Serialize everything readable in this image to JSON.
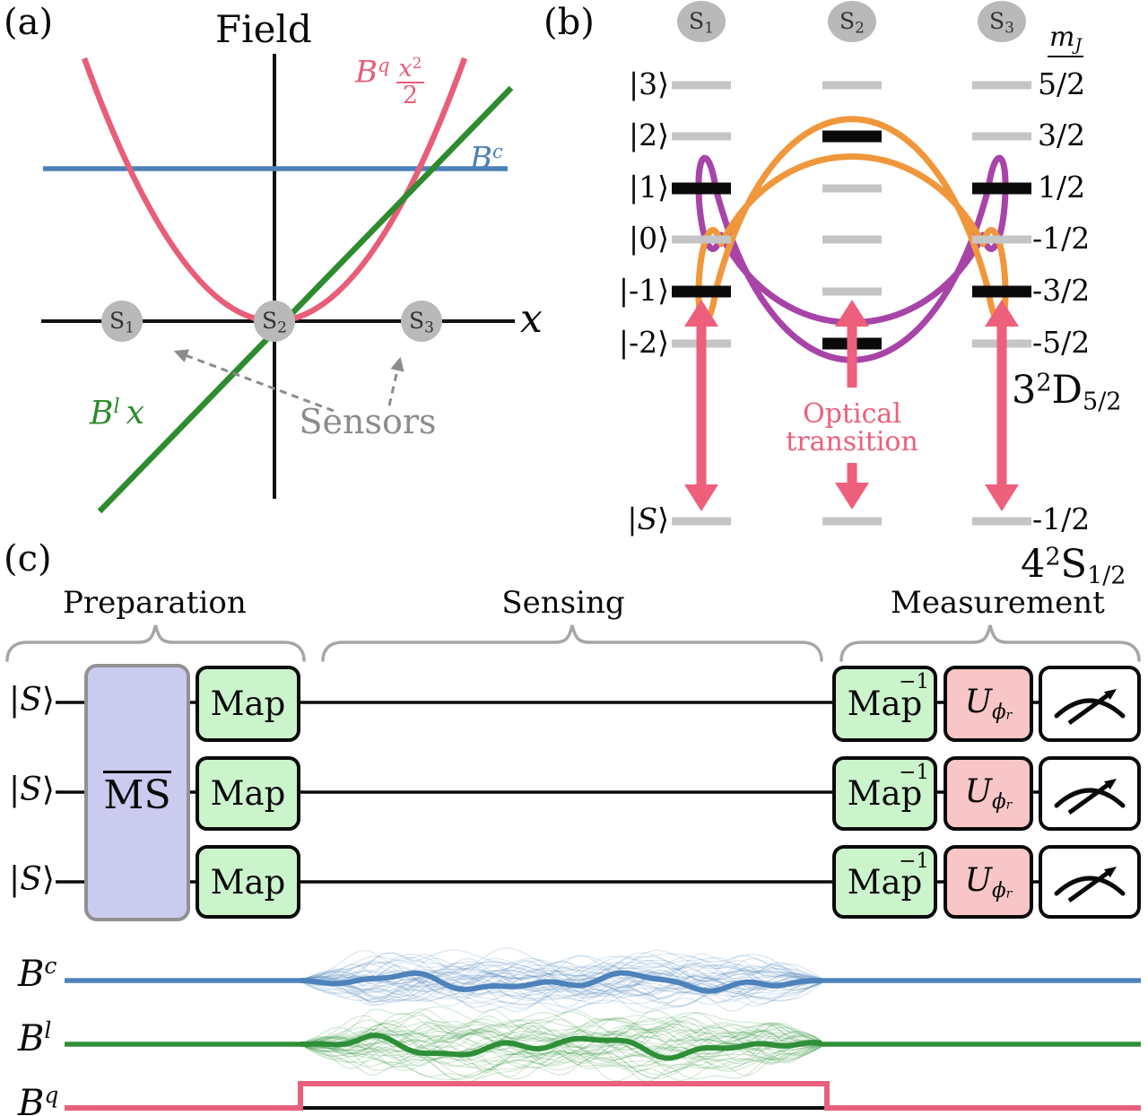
{
  "panel_a": {
    "tag": "(a)",
    "title": "Field",
    "x_axis_label": "x",
    "labels": {
      "quad_base": "B",
      "quad_sup": "q",
      "quad_frac_num": "x",
      "quad_frac_num_sup": "2",
      "quad_frac_den": "2",
      "const_base": "B",
      "const_sup": "c",
      "lin_base": "B",
      "lin_sup": "l",
      "lin_var": "x",
      "sensors": "Sensors"
    },
    "sensors": [
      {
        "base": "S",
        "sub": "1"
      },
      {
        "base": "S",
        "sub": "2"
      },
      {
        "base": "S",
        "sub": "3"
      }
    ],
    "colors": {
      "quadratic": "#e85d78",
      "constant": "#4b80b8",
      "linear": "#2e8b30",
      "axis": "#111111",
      "sensor_fill": "#b9b9b9",
      "annotation": "#8c8c8c"
    }
  },
  "panel_b": {
    "tag": "(b)",
    "columns": [
      {
        "base": "S",
        "sub": "1"
      },
      {
        "base": "S",
        "sub": "2"
      },
      {
        "base": "S",
        "sub": "3"
      }
    ],
    "mj_header": {
      "base": "m",
      "sub": "J"
    },
    "levels": [
      {
        "ket": "|3⟩",
        "mj": "5/2",
        "black": [
          false,
          false,
          false
        ]
      },
      {
        "ket": "|2⟩",
        "mj": "3/2",
        "black": [
          false,
          true,
          false
        ]
      },
      {
        "ket": "|1⟩",
        "mj": "1/2",
        "black": [
          true,
          false,
          true
        ]
      },
      {
        "ket": "|0⟩",
        "mj": "-1/2",
        "black": [
          false,
          false,
          false
        ]
      },
      {
        "ket": "|-1⟩",
        "mj": "-3/2",
        "black": [
          true,
          false,
          true
        ]
      },
      {
        "ket": "|-2⟩",
        "mj": "-5/2",
        "black": [
          false,
          true,
          false
        ]
      }
    ],
    "ground": {
      "ket_bar": "|",
      "ket_letter": "S",
      "ket_bracket": "⟩",
      "mj": "-1/2"
    },
    "optical_line1": "Optical",
    "optical_line2": "transition",
    "d_term": {
      "coef": "3",
      "sup": "2",
      "letter": "D",
      "sub": "5/2"
    },
    "s_term": {
      "coef": "4",
      "sup": "2",
      "letter": "S",
      "sub": "1/2"
    },
    "colors": {
      "orange": "#f0973c",
      "purple": "#a844a8",
      "arrow": "#ee5f7b",
      "level_gray": "#c5c5c5",
      "level_black": "#0a0a0a",
      "chip_fill": "#b9b9b9"
    }
  },
  "panel_c": {
    "tag": "(c)",
    "stages": [
      "Preparation",
      "Sensing",
      "Measurement"
    ],
    "inputs": [
      {
        "bar": "|",
        "letter": "S",
        "bracket": "⟩"
      },
      {
        "bar": "|",
        "letter": "S",
        "bracket": "⟩"
      },
      {
        "bar": "|",
        "letter": "S",
        "bracket": "⟩"
      }
    ],
    "gates": {
      "ms": "MS",
      "map": "Map",
      "map_inv_base": "Map",
      "map_inv_sup": "−1",
      "u_base": "U",
      "u_sub": "ϕ",
      "u_subsub": "r"
    },
    "colors": {
      "ms_fill": "#cbcbf0",
      "ms_border": "#919191",
      "map_fill": "#ccf4cc",
      "u_fill": "#f8c6c6",
      "brace": "#a6a6a6",
      "wire": "#0a0a0a"
    },
    "traces": [
      {
        "base": "B",
        "sup": "c",
        "color": "#4d82ba",
        "type": "noisy"
      },
      {
        "base": "B",
        "sup": "l",
        "color": "#2f8f39",
        "type": "noisy"
      },
      {
        "base": "B",
        "sup": "q",
        "color": "#e8607c",
        "type": "pulse"
      }
    ]
  }
}
